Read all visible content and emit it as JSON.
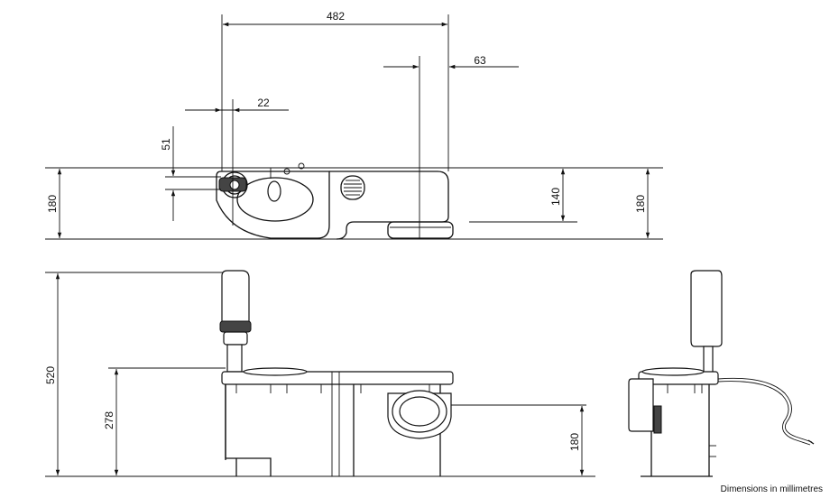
{
  "dimensions": {
    "top_width": "482",
    "top_offset": "63",
    "top_inlet": "22",
    "top_inlet_height": "51",
    "top_left_height": "180",
    "top_outlet_height": "140",
    "top_right_height": "180",
    "front_total_height": "520",
    "front_body_height": "278",
    "front_outlet_height": "180"
  },
  "note": "Dimensions in millimetres"
}
